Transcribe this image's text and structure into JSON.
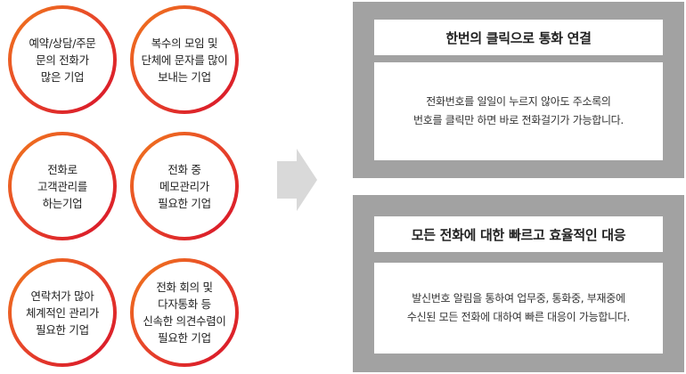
{
  "circles": [
    {
      "text": "예약/상담/주문\n문의 전화가\n많은 기업"
    },
    {
      "text": "복수의 모임 및\n단체에 문자를 많이\n보내는 기업"
    },
    {
      "text": "전화로\n고객관리를\n하는기업"
    },
    {
      "text": "전화 중\n메모관리가\n필요한 기업"
    },
    {
      "text": "연락처가 많아\n체계적인 관리가\n필요한 기업"
    },
    {
      "text": "전화 회의 및\n다자통화 등\n신속한 의견수렴이\n필요한 기업"
    }
  ],
  "panels": [
    {
      "title": "한번의 클릭으로 통화 연결",
      "body": "전화번호를 일일이 누르지 않아도 주소록의\n번호를 클릭만 하면 바로 전화걸기가 가능합니다."
    },
    {
      "title": "모든 전화에 대한 빠르고 효율적인 대응",
      "body": "발신번호 알림을 통하여 업무중, 통화중, 부재중에\n수신된 모든 전화에 대하여 빠른 대응이 가능합니다."
    }
  ]
}
